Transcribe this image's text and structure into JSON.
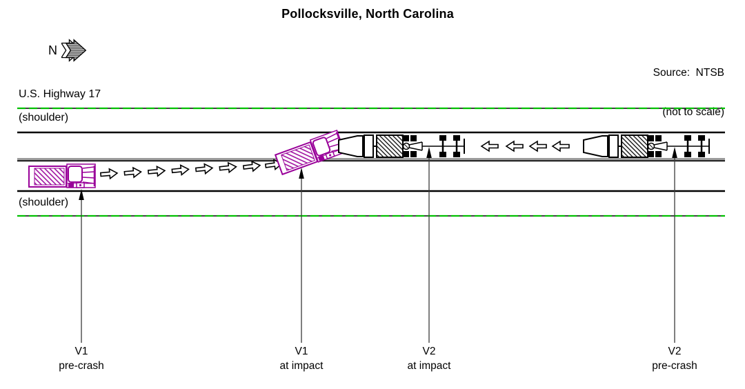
{
  "title": "Pollocksville, North Carolina",
  "compass": {
    "label": "N",
    "icon": "north-arrow-icon"
  },
  "source": {
    "line1": "Source:  NTSB",
    "line2": "(not to scale)"
  },
  "road": {
    "highway_label": "U.S. Highway 17",
    "shoulder_top_label": "(shoulder)",
    "shoulder_bottom_label": "(shoulder)"
  },
  "callouts": [
    {
      "id": "v1-pre-crash",
      "line1": "V1",
      "line2": "pre-crash"
    },
    {
      "id": "v1-at-impact",
      "line1": "V1",
      "line2": "at impact"
    },
    {
      "id": "v2-at-impact",
      "line1": "V2",
      "line2": "at impact"
    },
    {
      "id": "v2-pre-crash",
      "line1": "V2",
      "line2": "pre-crash"
    }
  ],
  "icons": {
    "compass": "north-arrow-icon",
    "v1_vehicle": "dump-truck-top-view",
    "v2_vehicle": "truck-towing-trailer-top-view",
    "v1_motion": "right-arrow-outline",
    "v2_motion": "left-arrow-outline",
    "callout_pointer": "up-arrow-pointer"
  },
  "colors": {
    "v1_vehicle": "#990099",
    "v2_vehicle": "#000000",
    "shoulder_edge_line": "#00C000",
    "road_edge_line": "#000000",
    "center_line_gray": "#8C8C8C"
  }
}
